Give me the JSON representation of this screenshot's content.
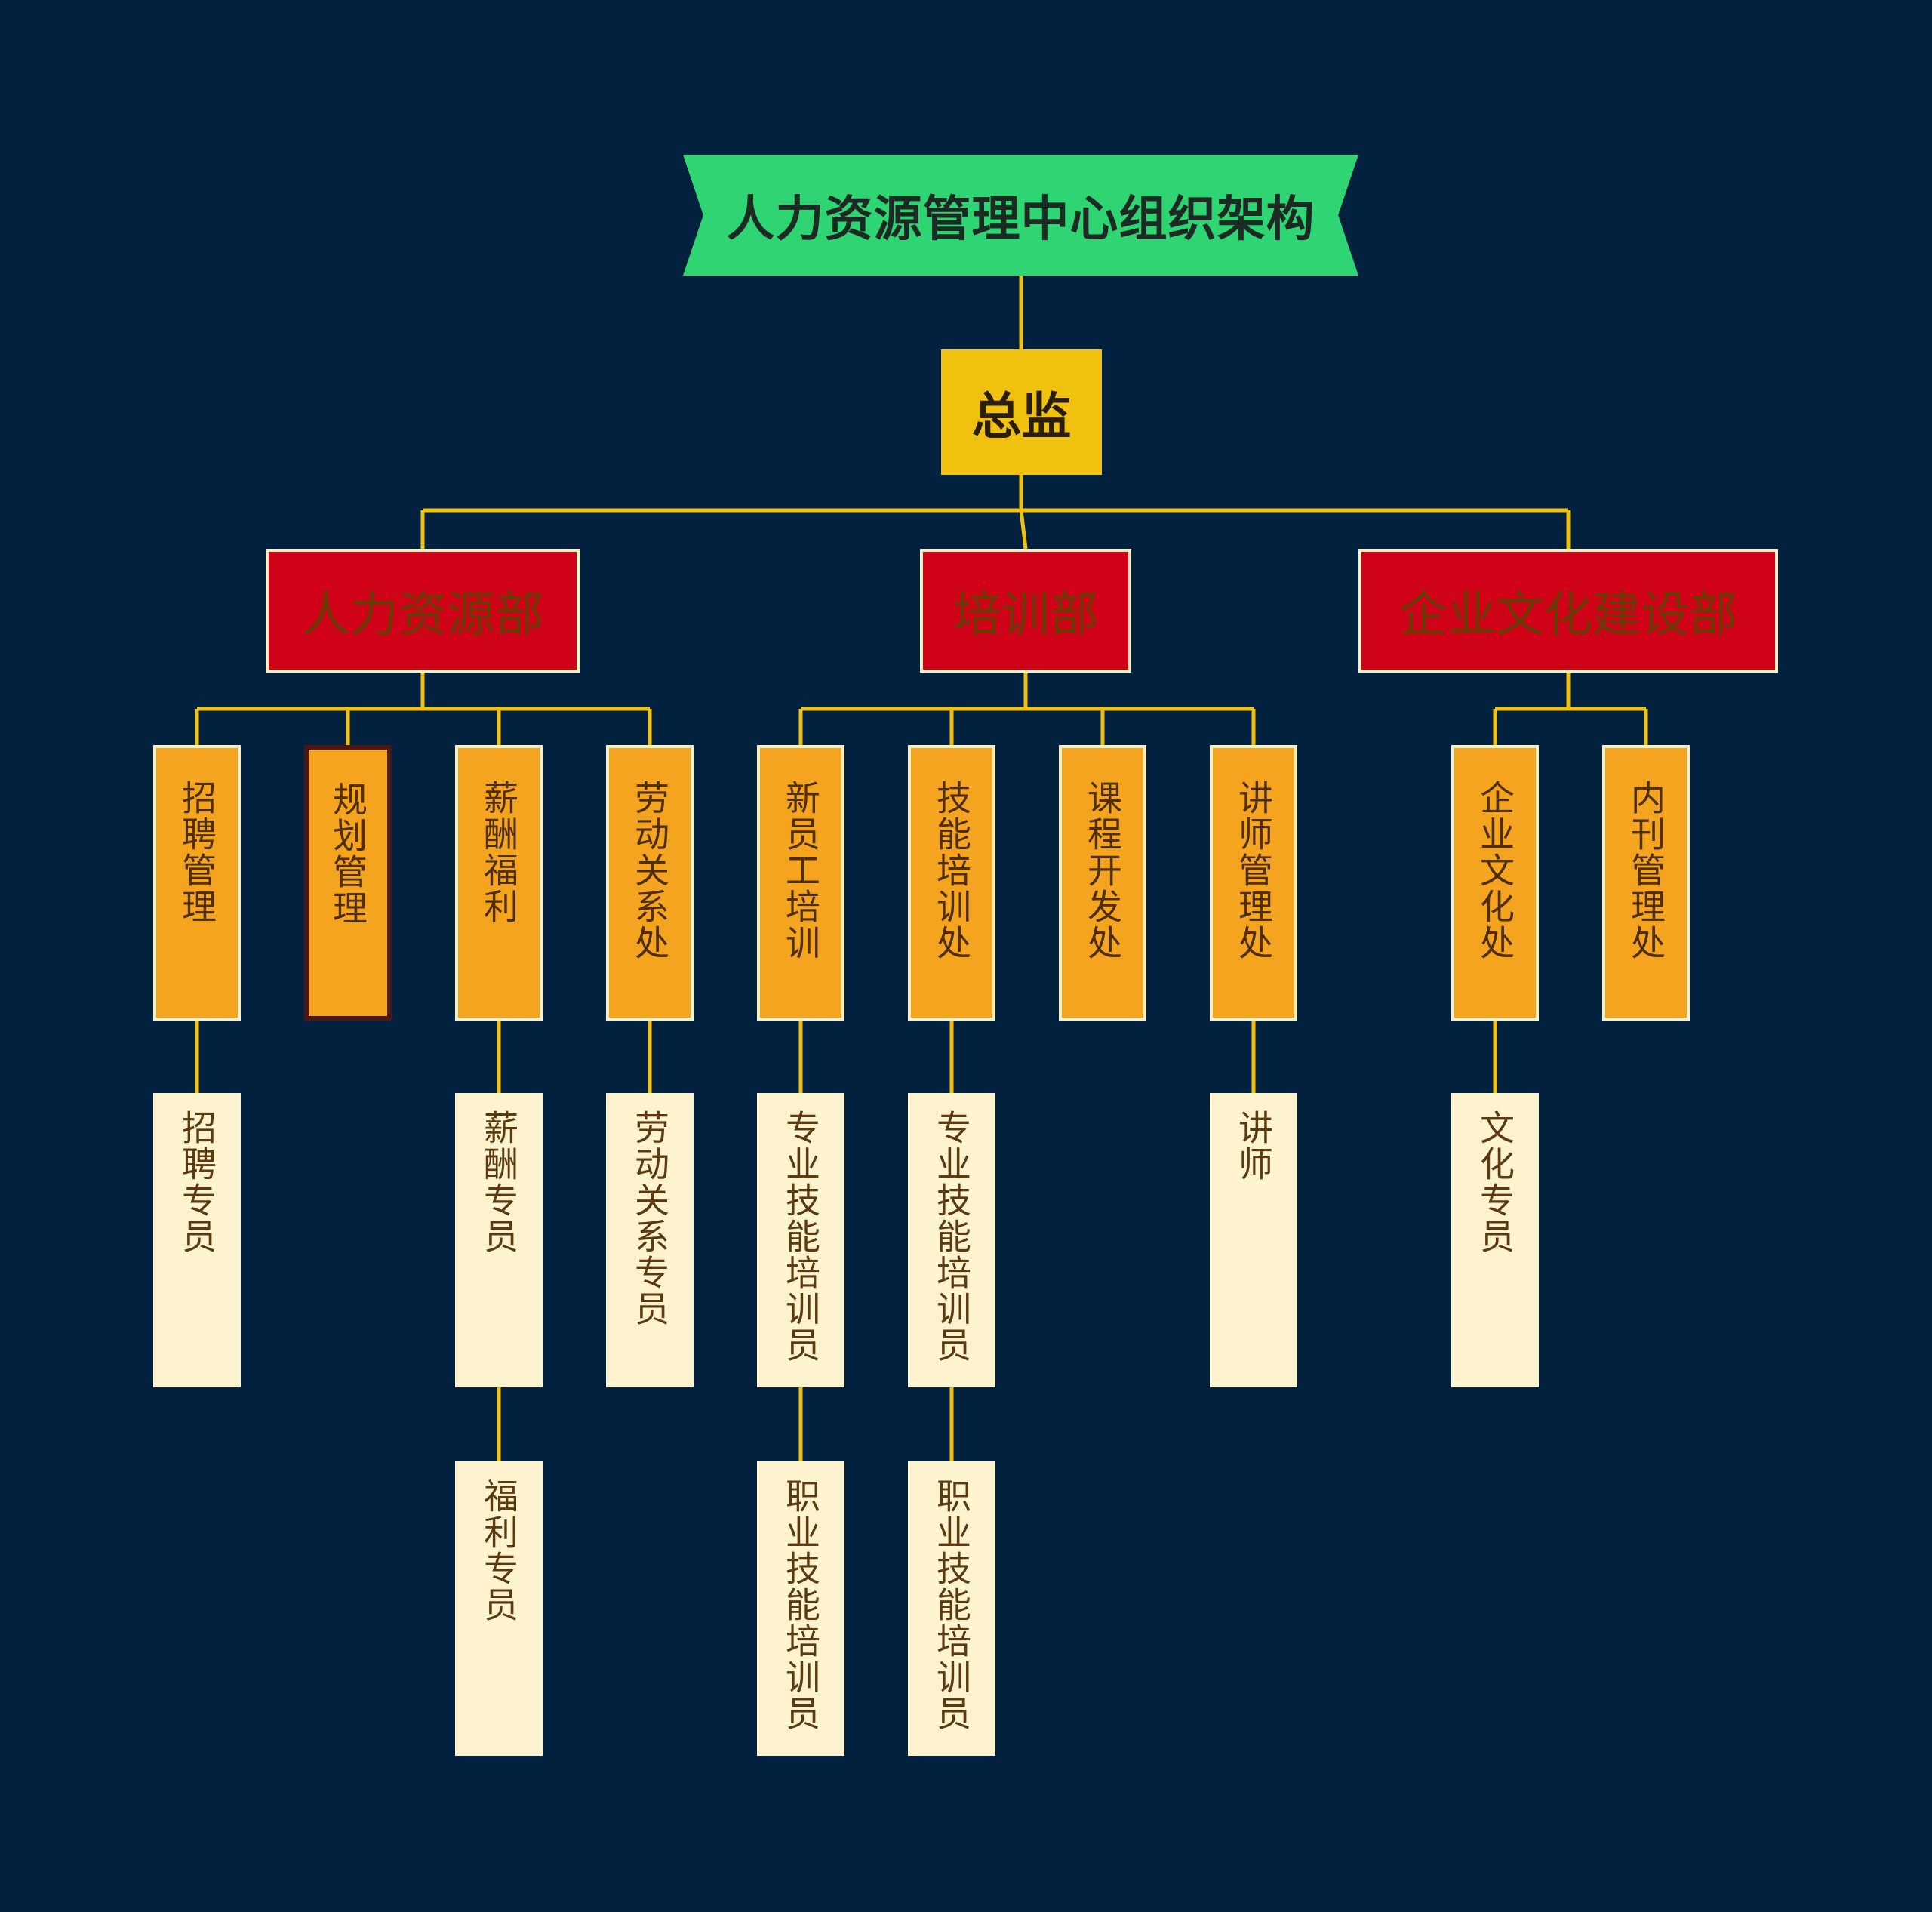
{
  "root": {
    "label": "人力资源管理中心组织架构"
  },
  "director": {
    "label": "总监"
  },
  "departments": [
    {
      "label": "人力资源部",
      "sections": [
        {
          "label": "招聘管理",
          "staff": [
            "招聘专员"
          ]
        },
        {
          "label": "规划管理",
          "staff": [],
          "selected": true
        },
        {
          "label": "薪酬福利",
          "staff": [
            "薪酬专员",
            "福利专员"
          ]
        },
        {
          "label": "劳动关系处",
          "staff": [
            "劳动关系专员"
          ]
        }
      ]
    },
    {
      "label": "培训部",
      "sections": [
        {
          "label": "新员工培训",
          "staff": [
            "专业技能培训员",
            "职业技能培训员"
          ]
        },
        {
          "label": "技能培训处",
          "staff": [
            "专业技能培训员",
            "职业技能培训员"
          ]
        },
        {
          "label": "课程开发处",
          "staff": []
        },
        {
          "label": "讲师管理处",
          "staff": [
            "讲师"
          ]
        }
      ]
    },
    {
      "label": "企业文化建设部",
      "sections": [
        {
          "label": "企业文化处",
          "staff": [
            "文化专员"
          ]
        },
        {
          "label": "内刊管理处",
          "staff": []
        }
      ]
    }
  ],
  "colors": {
    "background": "#02213f",
    "connector": "#f1c10f",
    "root_fill": "#2fd573",
    "director_fill": "#f1c10f",
    "department_fill": "#cf0218",
    "section_fill": "#f5a41f",
    "staff_fill": "#fdf4cf"
  }
}
